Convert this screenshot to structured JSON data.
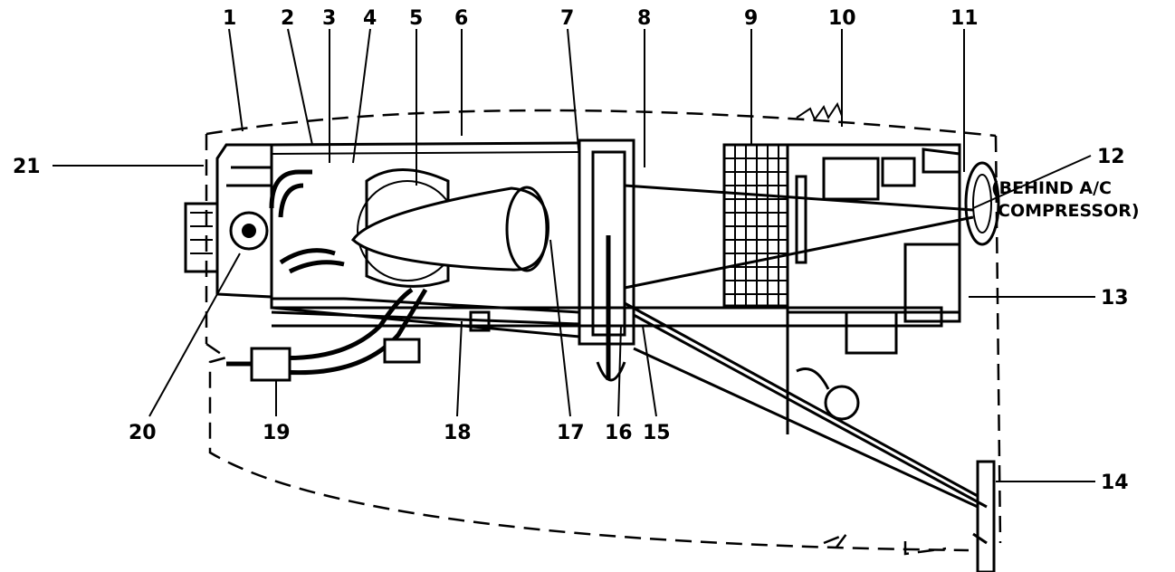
{
  "callouts": [
    "1",
    "2",
    "3",
    "4",
    "5",
    "6",
    "7",
    "8",
    "9",
    "10",
    "11",
    "12",
    "13",
    "14",
    "15",
    "16",
    "17",
    "18",
    "19",
    "20",
    "21"
  ],
  "note": {
    "line1": "(BEHIND A/C",
    "line2": "COMPRESSOR)"
  }
}
